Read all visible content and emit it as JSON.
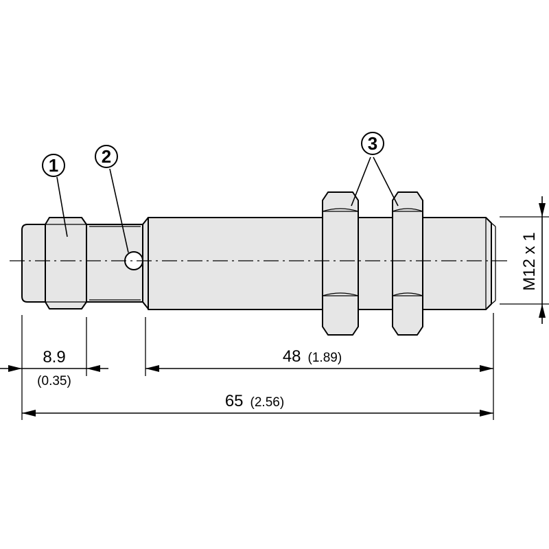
{
  "callouts": {
    "c1": "1",
    "c2": "2",
    "c3": "3"
  },
  "dimensions": {
    "d1_value": "8.9",
    "d1_inch": "(0.35)",
    "d2_value": "48",
    "d2_inch": "(1.89)",
    "d3_value": "65",
    "d3_inch": "(2.56)",
    "thread": "M12 x 1"
  },
  "colors": {
    "body_fill": "#e6e6e6",
    "line": "#000000",
    "background": "#ffffff"
  }
}
